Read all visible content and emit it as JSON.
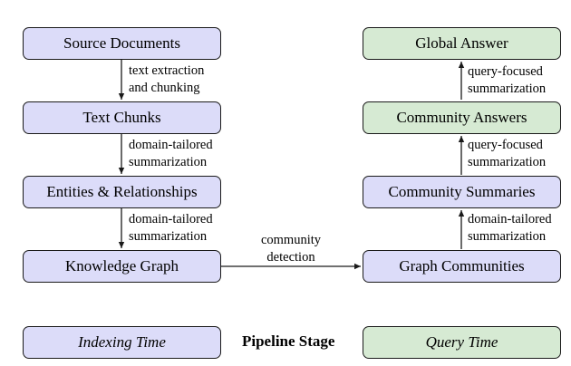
{
  "indexing": {
    "source_documents": "Source Documents",
    "text_chunks": "Text Chunks",
    "entities_relationships": "Entities & Relationships",
    "knowledge_graph": "Knowledge Graph"
  },
  "query": {
    "global_answer": "Global Answer",
    "community_answers": "Community Answers",
    "community_summaries": "Community Summaries",
    "graph_communities": "Graph Communities"
  },
  "edges": {
    "docs_to_chunks": [
      "text extraction",
      "and chunking"
    ],
    "chunks_to_entities": [
      "domain-tailored",
      "summarization"
    ],
    "entities_to_graph": [
      "domain-tailored",
      "summarization"
    ],
    "graph_to_communities": [
      "community",
      "detection"
    ],
    "communities_to_summaries": [
      "domain-tailored",
      "summarization"
    ],
    "summaries_to_answers": [
      "query-focused",
      "summarization"
    ],
    "answers_to_global": [
      "query-focused",
      "summarization"
    ]
  },
  "legend": {
    "indexing_time": "Indexing Time",
    "pipeline_stage": "Pipeline Stage",
    "query_time": "Query Time"
  },
  "colors": {
    "indexing_fill": "#dcdcf9",
    "query_fill": "#d6ead3",
    "stroke": "#1a1a1a"
  }
}
